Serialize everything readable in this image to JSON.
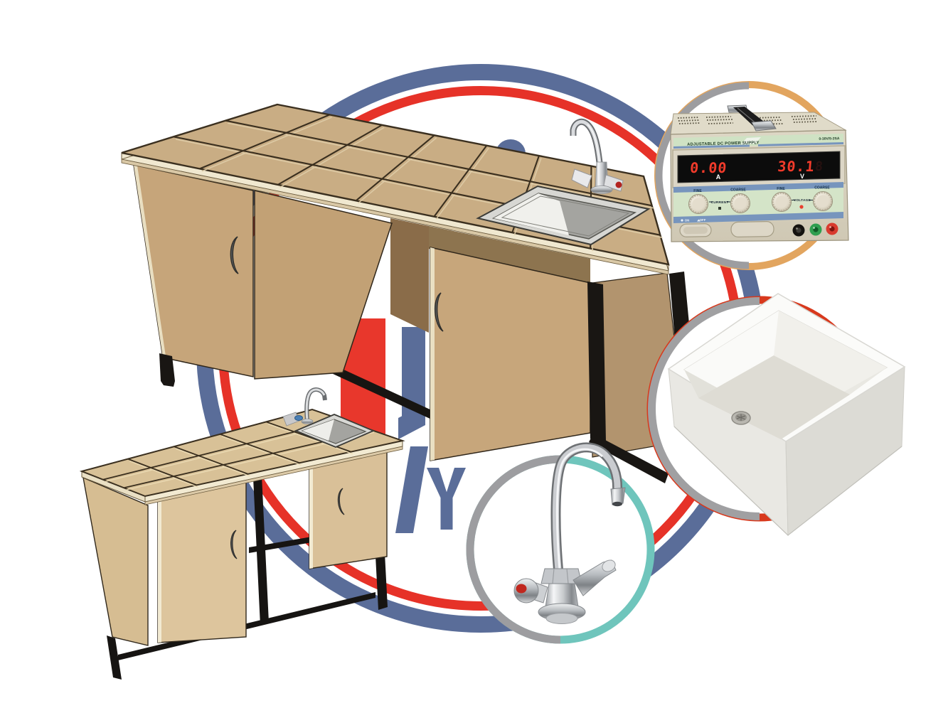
{
  "scene": {
    "description": "Product collage of school laboratory furniture: two tiled lab benches with sinks over a circular watermark logo, plus three circular callouts showing an adjustable DC power supply, a white ceramic laboratory sink and a chrome mixer faucet",
    "background_color": "#ffffff",
    "watermark_logo": {
      "outer_ring_color": "#5a6d99",
      "inner_ring_color": "#e63228",
      "letter_color_blue": "#5a6d99",
      "letter_color_red": "#e8372c",
      "visible_letters": [
        "Y"
      ],
      "visible_fragments": [
        "red vertical bar",
        "blue vertical bar",
        "blue letter top",
        "partial blue strokes"
      ]
    },
    "products": {
      "bench_large": {
        "name": "large laboratory bench with tiled top, sink and faucet",
        "tile_color": "#c9ad84",
        "grout_color": "#3a2f1f",
        "cabinet_color": "#c8a77c",
        "frame_color": "#191613"
      },
      "bench_small": {
        "name": "small laboratory bench with tiled top, sink and faucet",
        "tile_color": "#d8c197",
        "cabinet_color": "#ddc59d",
        "frame_color": "#161412"
      }
    },
    "callouts": [
      {
        "id": "dc-power-supply",
        "ring_left_color": "#9d9da0",
        "ring_right_color": "#e2a55f",
        "device": {
          "name": "adjustable DC power supply",
          "panel_label": "ADJUSTABLE DC POWER SUPPLY",
          "model_label": "0-30V/5-2SA",
          "display": {
            "current_value": "0.00",
            "current_unit": "A",
            "voltage_value": "30.1",
            "voltage_unit": "V",
            "unlit_ghost_digit": "8"
          },
          "knob_labels": [
            "FINE",
            "COARSE",
            "FINE",
            "COARSE"
          ],
          "knob_group_labels": [
            "CURRENT",
            "VOLTAGE"
          ],
          "switch_labels": [
            "ON",
            "OFF"
          ],
          "terminal_colors": [
            "black",
            "green",
            "red"
          ]
        }
      },
      {
        "id": "ceramic-sink",
        "ring_left_color": "#a0a0a2",
        "ring_right_color": "#d8391d",
        "item": "white ceramic square laboratory sink basin with drain"
      },
      {
        "id": "mixer-faucet",
        "ring_left_color": "#9d9da0",
        "ring_right_color": "#6fc5bc",
        "item": "chrome gooseneck mixer faucet with two handles"
      }
    ]
  }
}
